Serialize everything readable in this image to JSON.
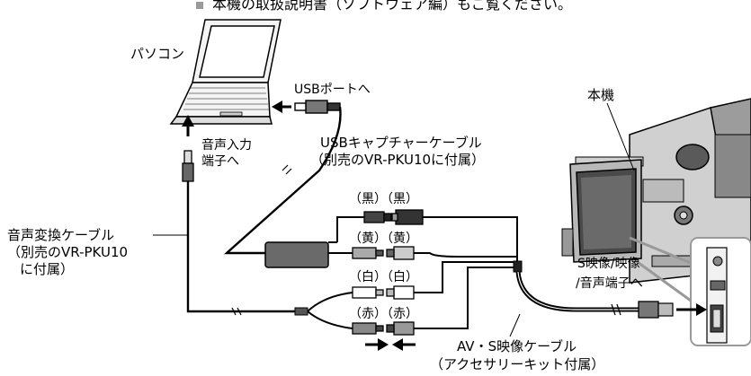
{
  "header_note": "本機の取扱説明書（ソフトウェア編）もご覧ください。",
  "labels": {
    "pc": "パソコン",
    "usb_port": "USBポートへ",
    "camera": "本機",
    "audio_in_1": "音声入力",
    "audio_in_2": "端子へ",
    "usb_cable_1": "USBキャプチャーケーブル",
    "usb_cable_2": "（別売のVR-PKU10に付属）",
    "black": "（黒）（黒）",
    "yellow": "（黄）（黄）",
    "white": "（白）（白）",
    "red": "（赤）（赤）",
    "audio_conv_1": "音声変換ケーブル",
    "audio_conv_2": "（別売のVR-PKU10",
    "audio_conv_3": "に付属）",
    "s_video_1": "S映像/映像",
    "s_video_2": "/音声端子へ",
    "av_cable_1": "AV・S映像ケーブル",
    "av_cable_2": "（アクセサリーキット付属）"
  }
}
